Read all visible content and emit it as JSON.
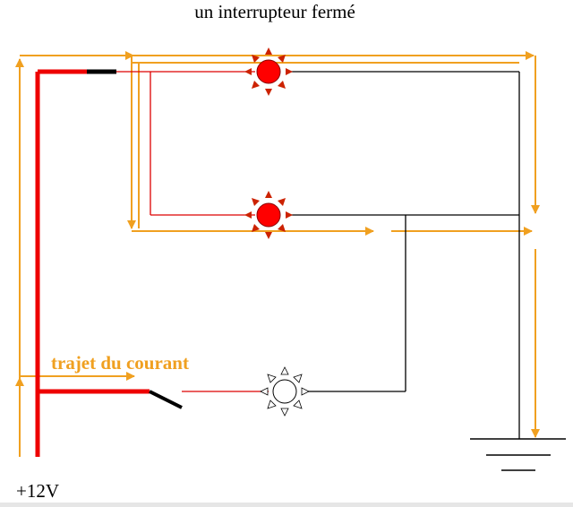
{
  "title": "un interrupteur fermé",
  "current_path_label": "trajet du courant",
  "supply_label": "+12V",
  "colors": {
    "supply_wire": "#ee0000",
    "wire_live": "#dd0000",
    "wire_return": "#000000",
    "arrow": "#f0a020",
    "lamp_on": "#ff0000",
    "lamp_off": "#ffffff",
    "lamp_ray_on": "#cc2200",
    "lamp_ray_off": "#ffffff"
  },
  "components": {
    "lamp_top": {
      "state": "on",
      "icon": "lamp-on-icon"
    },
    "lamp_middle": {
      "state": "on",
      "icon": "lamp-on-icon"
    },
    "lamp_bottom": {
      "state": "off",
      "icon": "lamp-off-icon"
    },
    "switch": {
      "state": "open",
      "icon": "switch-icon"
    },
    "ground": {
      "icon": "ground-icon"
    }
  }
}
